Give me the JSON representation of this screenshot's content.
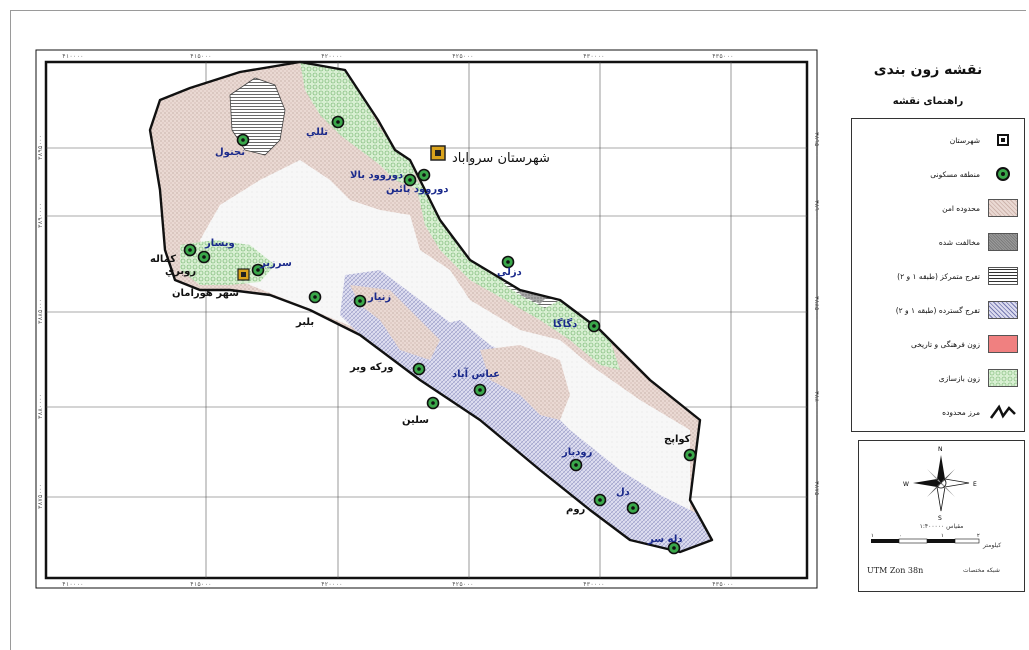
{
  "map": {
    "title": "نقشه زون بندی",
    "legend_title": "راهنمای نقشه",
    "county_label": "شهرستان سرواباد",
    "city_label": "شهر هورامان",
    "grid_labels_x": [
      "۴۱۰۰۰۰",
      "۴۱۵۰۰۰",
      "۴۲۰۰۰۰",
      "۴۲۵۰۰۰",
      "۴۳۰۰۰۰",
      "۴۳۵۰۰۰"
    ],
    "grid_labels_y": [
      "۳۸۹۵۰۰۰",
      "۳۸۹۰۰۰۰",
      "۳۸۸۵۰۰۰",
      "۳۸۸۰۰۰۰",
      "۳۸۷۵۰۰۰"
    ],
    "places_blue": [
      {
        "id": "talli",
        "name": "تللي"
      },
      {
        "id": "dowrud-bala",
        "name": "دوروود بالا"
      },
      {
        "id": "dowrud-pain",
        "name": "دوروود پائين"
      },
      {
        "id": "najaneh",
        "name": "نجنول"
      },
      {
        "id": "vismar",
        "name": "ويسار"
      },
      {
        "id": "sarzir",
        "name": "سرزير"
      },
      {
        "id": "zaniyar",
        "name": "زنيار"
      },
      {
        "id": "dezli",
        "name": "دزلي"
      },
      {
        "id": "daga",
        "name": "دگاگا"
      },
      {
        "id": "abbasabad",
        "name": "عباس آباد"
      },
      {
        "id": "rudbar",
        "name": "رودبار"
      },
      {
        "id": "dal",
        "name": "دل"
      },
      {
        "id": "dalesar",
        "name": "دله سر"
      }
    ],
    "places_black": [
      {
        "id": "kamaleh",
        "name": "کماله"
      },
      {
        "id": "rubari",
        "name": "روبري"
      },
      {
        "id": "balbar",
        "name": "بلبر"
      },
      {
        "id": "varkeh-vir",
        "name": "ورکه وير"
      },
      {
        "id": "salin",
        "name": "سلين"
      },
      {
        "id": "rum",
        "name": "روم"
      },
      {
        "id": "kavij",
        "name": "کواپج"
      }
    ]
  },
  "legend": [
    {
      "label": "شهرستان",
      "swatch": "county-square"
    },
    {
      "label": "منطقه مسکونی",
      "swatch": "settlement-circle"
    },
    {
      "label": "محدوده امن",
      "swatch": "safe-zone"
    },
    {
      "label": "مخالفت شده",
      "swatch": "restricted-zone"
    },
    {
      "label": "تفرج متمرکز (طبقه ۱ و ۲)",
      "swatch": "intensive-recreation"
    },
    {
      "label": "تفرج گسترده (طبقه ۱ و ۲)",
      "swatch": "extensive-recreation"
    },
    {
      "label": "زون فرهنگی و تاریخی",
      "swatch": "cultural-zone"
    },
    {
      "label": "زون بازسازی",
      "swatch": "rehabilitation-zone"
    },
    {
      "label": "مرز محدوده",
      "swatch": "boundary-line"
    }
  ],
  "inset": {
    "north_symbol": {
      "n": "N",
      "s": "S",
      "e": "E",
      "w": "W"
    },
    "scale": "مقیاس ۱:۴۰۰۰۰۰",
    "scale_ticks": [
      "۱",
      "۰",
      "۱",
      "۲"
    ],
    "scale_unit": "کیلومتر",
    "utm": "UTM Zon 38n",
    "coord_system": "شبکه مختصات"
  },
  "colors": {
    "safe": "#e4d2cc",
    "restricted": "#9b9b9b",
    "cultural": "#f08080",
    "rehab": "#cfe8c8",
    "settlement": "#3aa84a",
    "county": "#d9a21b",
    "blue_text": "#1b2a8c"
  }
}
